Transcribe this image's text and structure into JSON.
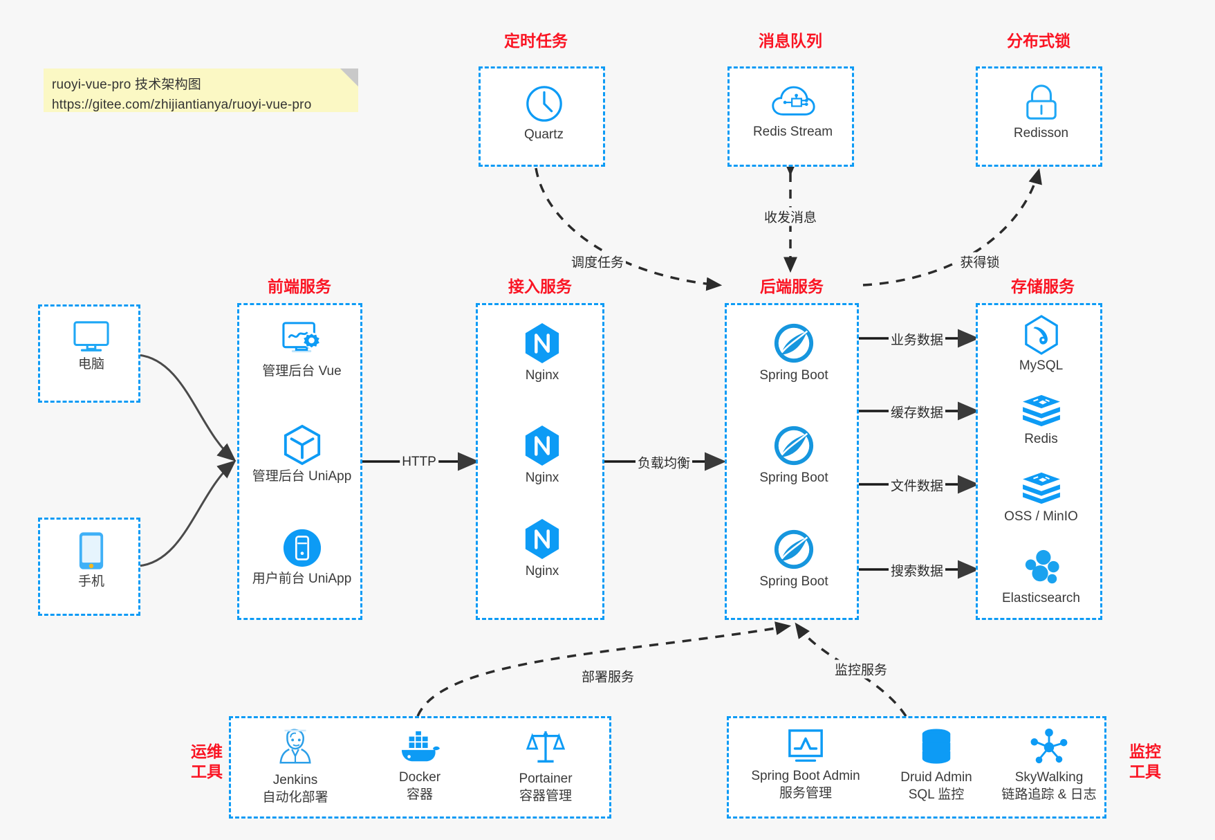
{
  "page": {
    "background": "#f7f7f7",
    "accent_blue": "#0d9bf5",
    "caption_red": "#fa1423",
    "note_yellow": "#fbf8c4"
  },
  "note": {
    "name": "architecture-note",
    "text": "ruoyi-vue-pro 技术架构图\nhttps://gitee.com/zhijiantianya/ruoyi-vue-pro"
  },
  "captions": {
    "scheduled_task": "定时任务",
    "message_queue": "消息队列",
    "distributed_lock": "分布式锁",
    "frontend_service": "前端服务",
    "access_service": "接入服务",
    "backend_service": "后端服务",
    "storage_service": "存储服务",
    "devops_tools": "运维\n工具",
    "monitor_tools": "监控\n工具"
  },
  "clients": [
    {
      "icon": "desktop-computer-icon",
      "label": "电脑"
    },
    {
      "icon": "mobile-phone-icon",
      "label": "手机"
    }
  ],
  "frontend": {
    "items": [
      {
        "icon": "vue-admin-dashboard-icon",
        "label": "管理后台 Vue"
      },
      {
        "icon": "uniapp-cube-icon",
        "label": "管理后台 UniApp"
      },
      {
        "icon": "mobile-app-circle-icon",
        "label": "用户前台 UniApp"
      }
    ]
  },
  "access": {
    "items": [
      {
        "icon": "nginx-icon",
        "label": "Nginx"
      },
      {
        "icon": "nginx-icon",
        "label": "Nginx"
      },
      {
        "icon": "nginx-icon",
        "label": "Nginx"
      }
    ]
  },
  "backend": {
    "items": [
      {
        "icon": "spring-boot-icon",
        "label": "Spring Boot"
      },
      {
        "icon": "spring-boot-icon",
        "label": "Spring Boot"
      },
      {
        "icon": "spring-boot-icon",
        "label": "Spring Boot"
      }
    ]
  },
  "storage": {
    "items": [
      {
        "icon": "mysql-icon",
        "label": "MySQL"
      },
      {
        "icon": "redis-icon",
        "label": "Redis"
      },
      {
        "icon": "oss-minio-icon",
        "label": "OSS / MinIO"
      },
      {
        "icon": "elasticsearch-icon",
        "label": "Elasticsearch"
      }
    ]
  },
  "top_boxes": [
    {
      "icon": "clock-icon",
      "label": "Quartz"
    },
    {
      "icon": "redis-stream-cloud-icon",
      "label": "Redis Stream"
    },
    {
      "icon": "padlock-icon",
      "label": "Redisson"
    }
  ],
  "devops": {
    "items": [
      {
        "icon": "jenkins-butler-icon",
        "label": "Jenkins\n自动化部署"
      },
      {
        "icon": "docker-whale-icon",
        "label": "Docker\n容器"
      },
      {
        "icon": "portainer-scales-icon",
        "label": "Portainer\n容器管理"
      }
    ]
  },
  "monitor": {
    "items": [
      {
        "icon": "spring-boot-admin-monitor-icon",
        "label": "Spring Boot Admin\n服务管理"
      },
      {
        "icon": "druid-database-icon",
        "label": "Druid Admin\nSQL 监控"
      },
      {
        "icon": "skywalking-nodes-icon",
        "label": "SkyWalking\n链路追踪 & 日志"
      }
    ]
  },
  "edges": {
    "http": "HTTP",
    "load_balance": "负载均衡",
    "schedule_task": "调度任务",
    "send_receive_message": "收发消息",
    "acquire_lock": "获得锁",
    "business_data": "业务数据",
    "cache_data": "缓存数据",
    "file_data": "文件数据",
    "search_data": "搜索数据",
    "deploy_service": "部署服务",
    "monitor_service": "监控服务"
  }
}
